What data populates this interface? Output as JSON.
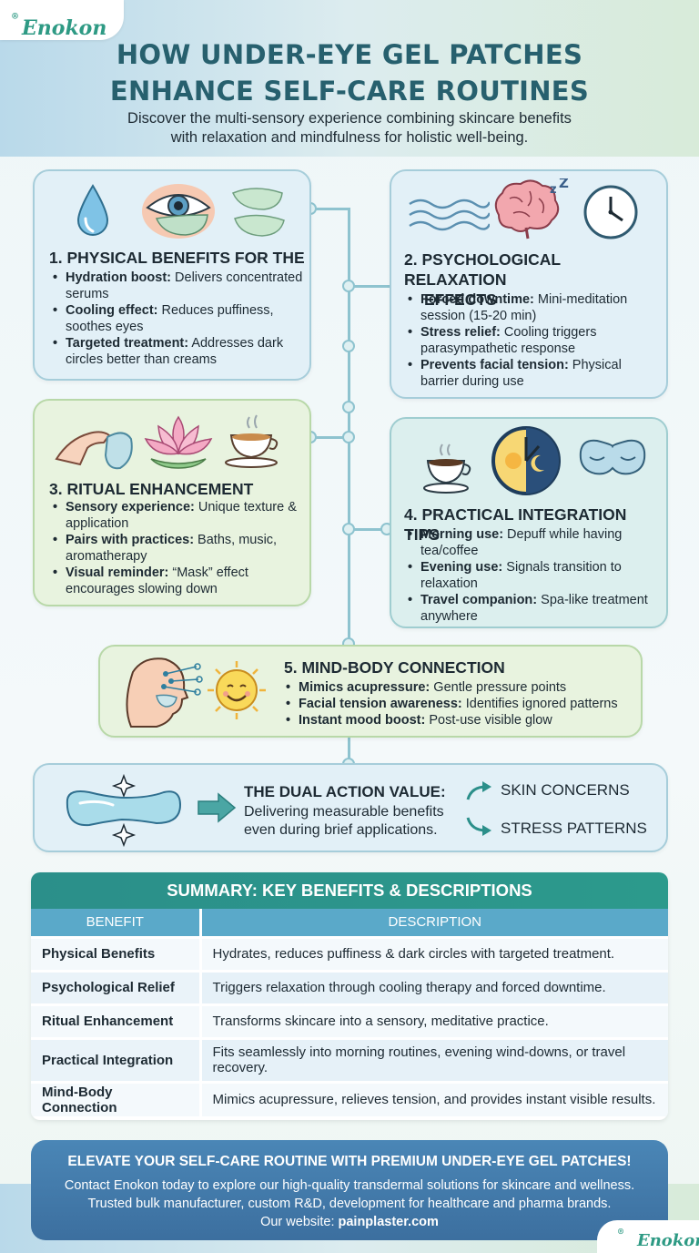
{
  "brand": {
    "logo_top": "Enokon",
    "logo_bottom": "Enokon",
    "registered": "®"
  },
  "header": {
    "title_line1": "HOW UNDER-EYE GEL PATCHES",
    "title_line2": "ENHANCE SELF-CARE ROUTINES",
    "subtitle_line1": "Discover the multi-sensory experience combining skincare benefits",
    "subtitle_line2": "with relaxation and mindfulness for holistic well-being."
  },
  "cards": {
    "c1": {
      "title": "1. PHYSICAL BENEFITS FOR THE",
      "b1_bold": "Hydration boost:",
      "b1_text": " Delivers concentrated serums",
      "b2_bold": "Cooling effect:",
      "b2_text": " Reduces puffiness, soothes eyes",
      "b3_bold": "Targeted treatment:",
      "b3_text": " Addresses dark circles better than creams"
    },
    "c2": {
      "title_line1": "2. PSYCHOLOGICAL RELAXATION",
      "title_line2": "EFFECTS",
      "b1_bold": "Forced downtime:",
      "b1_text": " Mini-meditation session (15-20 min)",
      "b2_bold": "Stress relief:",
      "b2_text": " Cooling triggers parasympathetic response",
      "b3_bold": "Prevents facial tension:",
      "b3_text": " Physical barrier during use"
    },
    "c3": {
      "title": "3. RITUAL ENHANCEMENT",
      "b1_bold": "Sensory experience:",
      "b1_text": " Unique texture & application",
      "b2_bold": "Pairs with practices:",
      "b2_text": " Baths, music, aromatherapy",
      "b3_bold": "Visual reminder:",
      "b3_text": " “Mask” effect encourages slowing down"
    },
    "c4": {
      "title": "4. PRACTICAL INTEGRATION TIPS",
      "b1_bold": "Morning use:",
      "b1_text": " Depuff while having tea/coffee",
      "b2_bold": "Evening use:",
      "b2_text": " Signals transition to relaxation",
      "b3_bold": "Travel companion:",
      "b3_text": " Spa-like treatment anywhere"
    },
    "c5": {
      "title": "5. MIND-BODY CONNECTION",
      "b1_bold": "Mimics acupressure:",
      "b1_text": " Gentle pressure points",
      "b2_bold": "Facial tension awareness:",
      "b2_text": " Identifies ignored patterns",
      "b3_bold": "Instant mood boost:",
      "b3_text": " Post-use visible glow"
    }
  },
  "dual": {
    "title": "THE DUAL ACTION VALUE:",
    "text_line1": "Delivering measurable benefits",
    "text_line2": "even during brief applications.",
    "label1": "SKIN CONCERNS",
    "label2": "STRESS PATTERNS"
  },
  "summary": {
    "title": "SUMMARY: KEY BENEFITS & DESCRIPTIONS",
    "col1": "BENEFIT",
    "col2": "DESCRIPTION",
    "rows": [
      {
        "benefit": "Physical Benefits",
        "desc": "Hydrates, reduces puffiness & dark circles with targeted treatment."
      },
      {
        "benefit": "Psychological Relief",
        "desc": "Triggers relaxation through cooling therapy and forced downtime."
      },
      {
        "benefit": "Ritual Enhancement",
        "desc": "Transforms skincare into a sensory, meditative practice."
      },
      {
        "benefit": "Practical Integration",
        "desc": "Fits seamlessly into morning routines, evening wind-downs, or travel recovery."
      },
      {
        "benefit": "Mind-Body Connection",
        "desc": "Mimics acupressure, relieves tension, and provides instant visible results."
      }
    ]
  },
  "cta": {
    "title": "ELEVATE YOUR SELF-CARE ROUTINE WITH PREMIUM UNDER-EYE GEL PATCHES!",
    "line1": "Contact Enokon today to explore our high-quality transdermal solutions for skincare and wellness.",
    "line2": "Trusted bulk manufacturer, custom R&D, development for healthcare and pharma brands.",
    "line3_prefix": "Our website: ",
    "website": "painplaster.com"
  },
  "icons": [
    "water-drop-icon",
    "eye-patch-icon",
    "gel-patches-icon",
    "waves-icon",
    "brain-icon",
    "clock-icon",
    "hand-patch-icon",
    "lotus-icon",
    "tea-cup-icon",
    "coffee-cup-icon",
    "day-night-clock-icon",
    "sleep-mask-icon",
    "face-acupressure-icon",
    "smiley-sun-icon",
    "gel-patch-sparkle-icon",
    "arrow-icon"
  ],
  "colors": {
    "accent": "#2b8f8a",
    "title": "#27606e",
    "cta": "#3c6f9f",
    "brand": "#2e9a84"
  }
}
